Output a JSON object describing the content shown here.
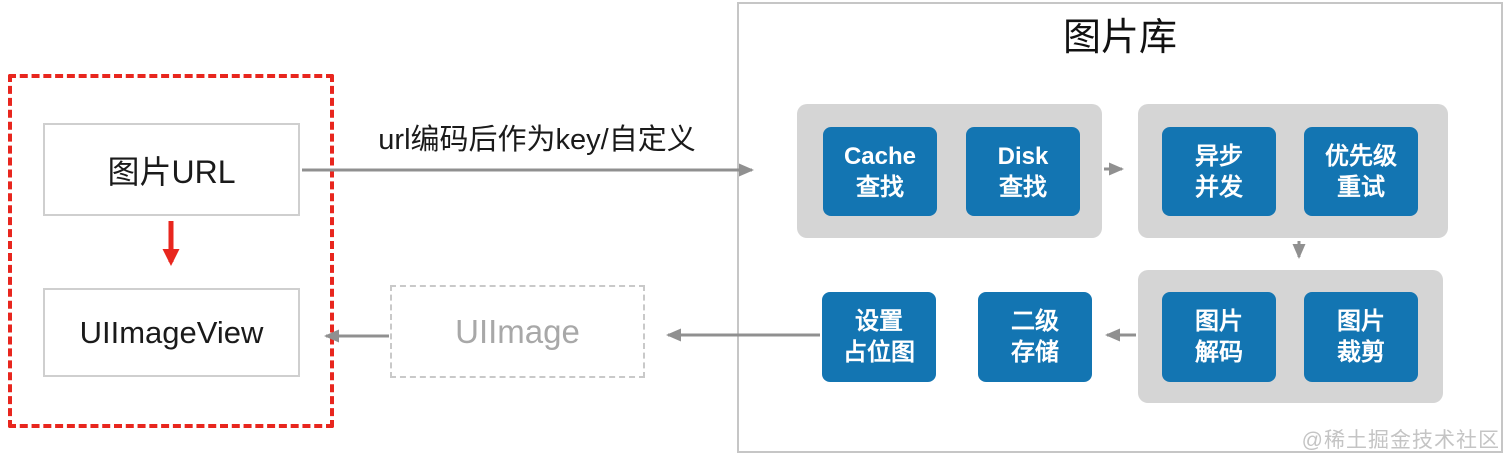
{
  "client_group": {
    "image_url_label": "图片URL",
    "image_view_label": "UIImageView"
  },
  "flow": {
    "url_key_label": "url编码后作为key/自定义"
  },
  "uiimage_node": {
    "label": "UIImage"
  },
  "library": {
    "title": "图片库",
    "cache_lookup": {
      "line1": "Cache",
      "line2": "查找"
    },
    "disk_lookup": {
      "line1": "Disk",
      "line2": "查找"
    },
    "async_concurrent": {
      "line1": "异步",
      "line2": "并发"
    },
    "priority_retry": {
      "line1": "优先级",
      "line2": "重试"
    },
    "set_placeholder": {
      "line1": "设置",
      "line2": "占位图"
    },
    "secondary_storage": {
      "line1": "二级",
      "line2": "存储"
    },
    "image_decode": {
      "line1": "图片",
      "line2": "解码"
    },
    "image_crop": {
      "line1": "图片",
      "line2": "裁剪"
    }
  },
  "watermark": "@稀土掘金技术社区",
  "colors": {
    "node_blue": "#1375b2",
    "container_gray": "#d5d5d5",
    "arrow_gray": "#909090",
    "accent_red": "#e8261e",
    "border_gray": "#c6c6c6"
  }
}
